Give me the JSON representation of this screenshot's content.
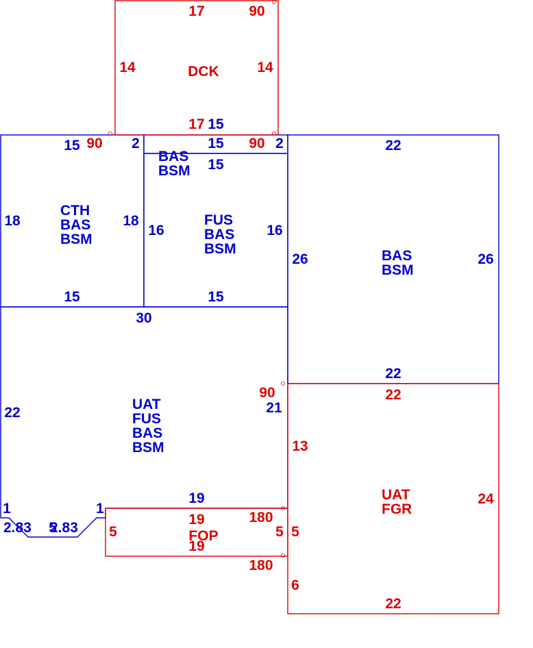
{
  "colors": {
    "main_area": "#0000cc",
    "other_area": "#dd0000"
  },
  "areas": {
    "deck": {
      "codes": [
        "DCK"
      ],
      "dims": {
        "top": "17",
        "bottom": "17",
        "left": "14",
        "right": "14",
        "angle_tr": "90"
      }
    },
    "cth": {
      "codes": [
        "CTH",
        "BAS",
        "BSM"
      ],
      "dims": {
        "top": "15",
        "bottom": "15",
        "left": "18",
        "right": "18",
        "tiny": "2",
        "angle": "90"
      }
    },
    "bas_strip": {
      "codes": [
        "BAS",
        "BSM"
      ],
      "dims": {
        "top": "15",
        "bottom": "15",
        "tiny": "2",
        "angle": "90"
      }
    },
    "fus": {
      "codes": [
        "FUS",
        "BAS",
        "BSM"
      ],
      "dims": {
        "bottom": "15",
        "left": "16",
        "right": "16"
      }
    },
    "bas_right": {
      "codes": [
        "BAS",
        "BSM"
      ],
      "dims": {
        "top": "22",
        "bottom": "22",
        "left": "26",
        "right": "26"
      }
    },
    "uat_main": {
      "codes": [
        "UAT",
        "FUS",
        "BAS",
        "BSM"
      ],
      "dims": {
        "top": "30",
        "left": "22",
        "right": "21",
        "bottom": "19",
        "left_step": "1",
        "right_step": "1",
        "diag_left": "2.83",
        "diag_right": "2.83",
        "middle": "5"
      }
    },
    "porch": {
      "codes": [
        "FOP"
      ],
      "dims": {
        "top": "19",
        "bottom": "19",
        "left": "5",
        "right": "5",
        "angle_top": "180",
        "angle_bottom": "180"
      }
    },
    "garage": {
      "codes": [
        "UAT",
        "FGR"
      ],
      "dims": {
        "top": "22",
        "bottom": "22",
        "right": "24",
        "left_upper": "13",
        "left_middle": "5",
        "left_lower": "6",
        "angle": "90"
      }
    }
  }
}
